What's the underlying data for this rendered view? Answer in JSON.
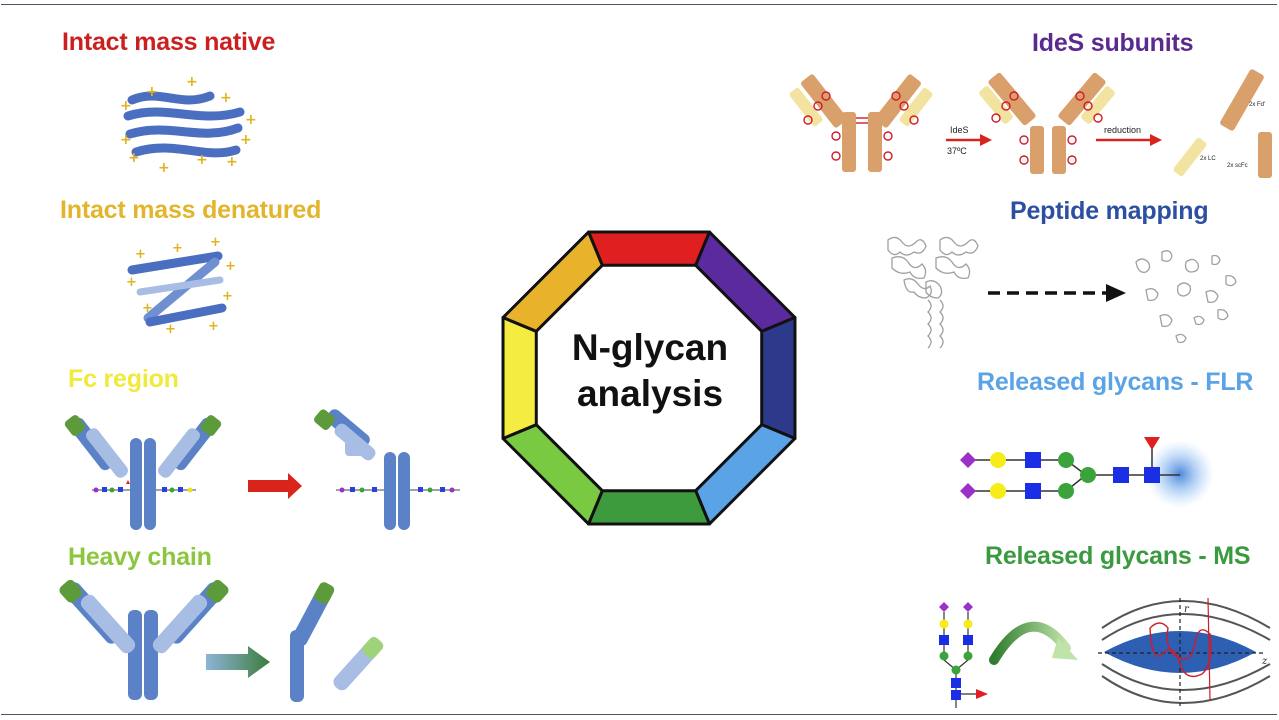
{
  "center": {
    "line1": "N-glycan",
    "line2": "analysis"
  },
  "left_labels": [
    {
      "text": "Intact mass native",
      "color": "#cc1f1f"
    },
    {
      "text": "Intact mass denatured",
      "color": "#e3b52c"
    },
    {
      "text": "Fc region",
      "color": "#f1ea3a"
    },
    {
      "text": "Heavy chain",
      "color": "#8cc63e"
    }
  ],
  "right_labels": [
    {
      "text": "IdeS subunits",
      "color": "#5b2a8e"
    },
    {
      "text": "Peptide mapping",
      "color": "#2c4fa1"
    },
    {
      "text": "Released glycans - FLR",
      "color": "#5aa3e6"
    },
    {
      "text": "Released glycans - MS",
      "color": "#3a9a3f"
    }
  ],
  "ides": {
    "arrow1_line1": "IdeS",
    "arrow1_line2": "37ºC",
    "arrow2": "reduction",
    "frag1": "2x Fd'",
    "frag2": "2x LC",
    "frag3": "2x scFc"
  },
  "ms_axes": {
    "r": "r",
    "z": "z"
  },
  "colors": {
    "segments": [
      "#e02020",
      "#5b2a9e",
      "#2d3a8c",
      "#5aa3e6",
      "#3d9a3d",
      "#7ac943",
      "#f5ec42",
      "#e8b22a"
    ],
    "antibody": "#5b82c7",
    "light": "#a8bde3",
    "fab_green": "#5c9a3a",
    "tan": "#d9a06b"
  }
}
